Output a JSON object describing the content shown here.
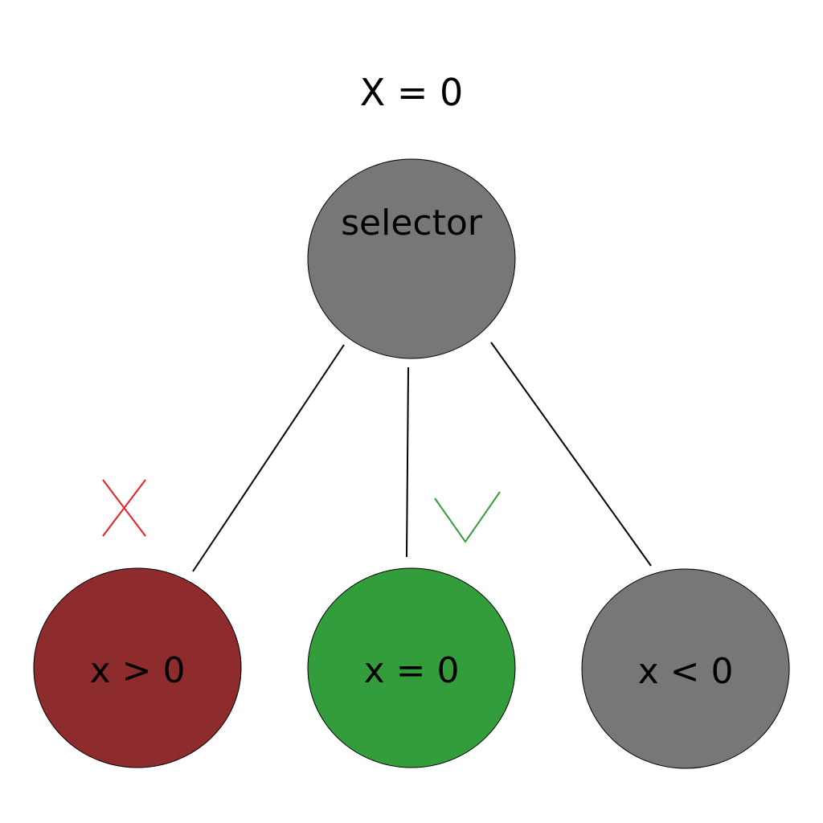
{
  "heading": "X = 0",
  "root": {
    "label": "selector",
    "color": "#777777"
  },
  "children": [
    {
      "label": "x > 0",
      "color": "#8e2b2c",
      "mark": "cross-icon",
      "mark_color": "#ee1c24"
    },
    {
      "label": "x = 0",
      "color": "#339d3c",
      "mark": "check-icon",
      "mark_color": "#339d3c"
    },
    {
      "label": "x < 0",
      "color": "#777777",
      "mark": "none"
    }
  ],
  "edge_color": "#000000"
}
